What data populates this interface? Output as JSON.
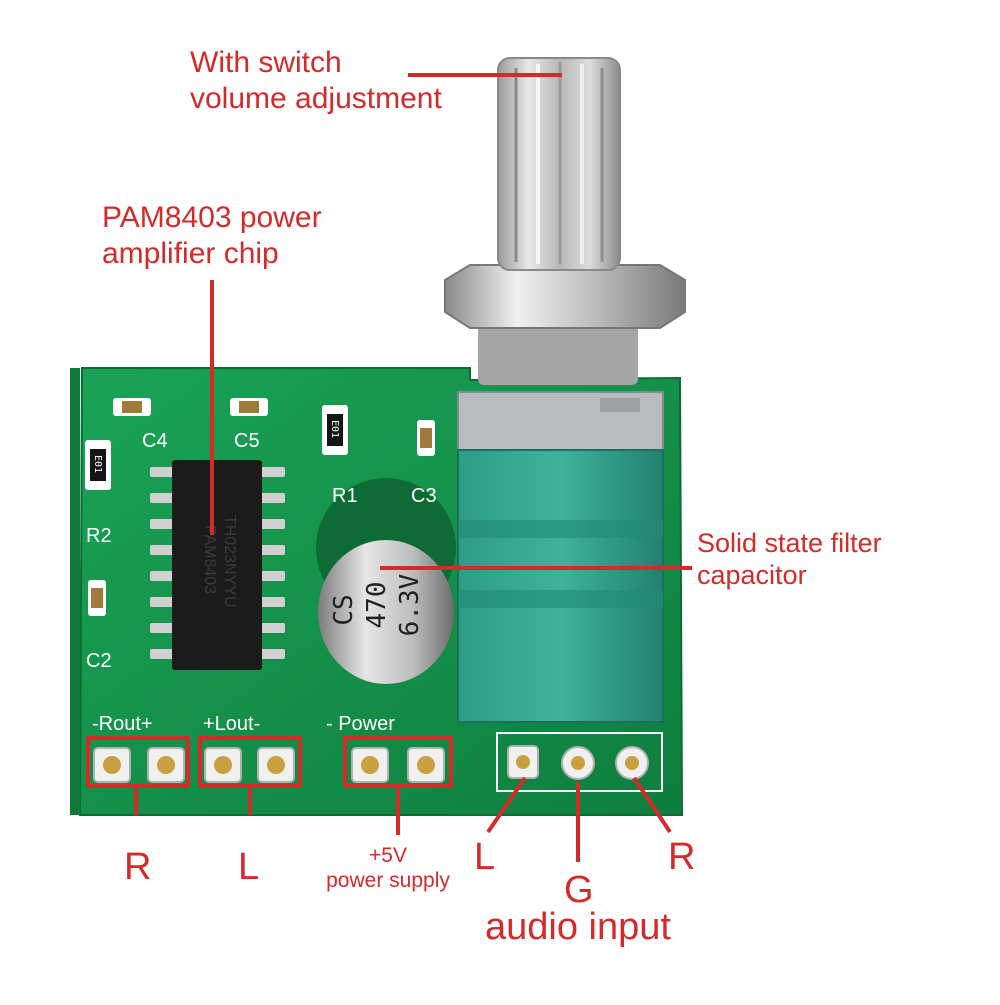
{
  "annotations": {
    "switch_volume": [
      "With switch",
      "volume adjustment"
    ],
    "chip": [
      "PAM8403 power",
      "amplifier chip"
    ],
    "capacitor": [
      "Solid state filter",
      "capacitor"
    ],
    "right_out": "R",
    "left_out": "L",
    "power_supply": [
      "+5V",
      "power supply"
    ],
    "input_left": "L",
    "input_ground": "G",
    "input_right": "R",
    "audio_input": "audio input"
  },
  "board": {
    "silkscreen": {
      "c4": "C4",
      "c5": "C5",
      "r1": "R1",
      "c3": "C3",
      "r2": "R2",
      "c2": "C2",
      "rout": "-Rout+",
      "lout": "+Lout-",
      "power": "-  Power",
      "r1_code": "E01",
      "r2_code": "E01"
    },
    "chip_marking": [
      "PAM8403",
      "TH023NYYU"
    ],
    "capacitor_marking": [
      "CS",
      "470",
      "6.3V"
    ]
  },
  "colors": {
    "annotation": "#d42a2a",
    "pcb": "#12904a",
    "silkscreen": "#ffffff",
    "knob_green": "#2f9c86"
  }
}
